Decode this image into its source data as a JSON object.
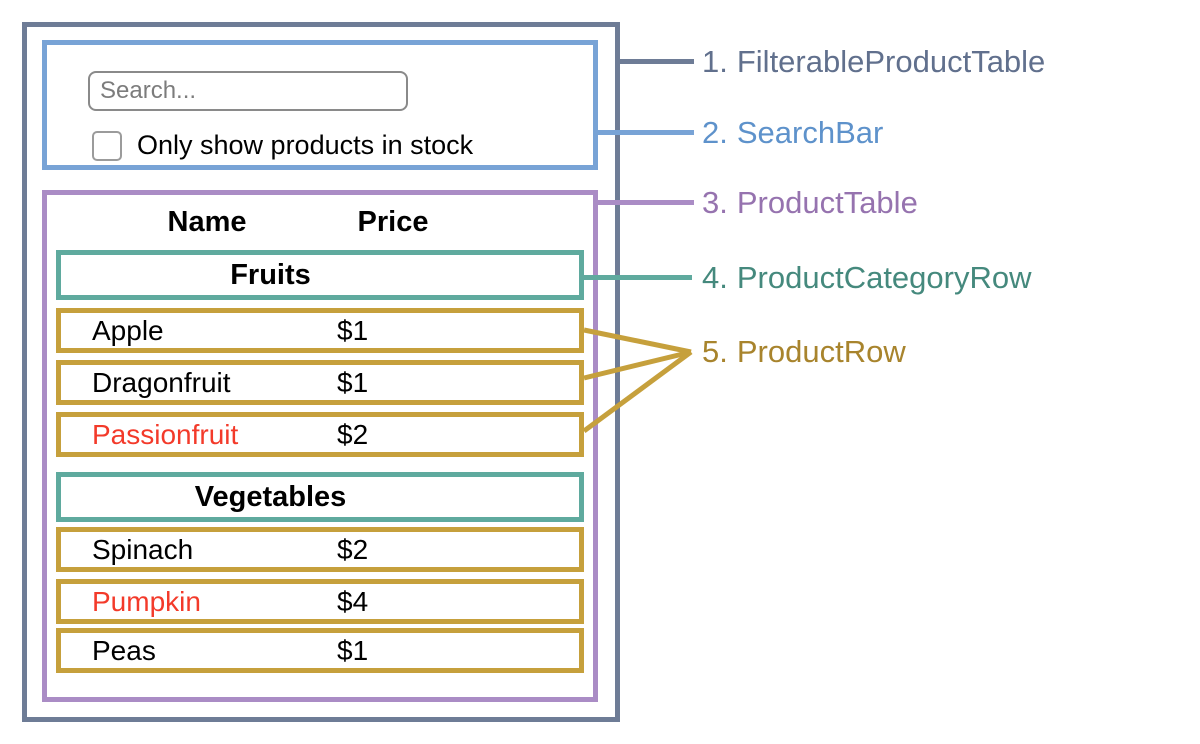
{
  "search": {
    "placeholder": "Search...",
    "checkbox_label": "Only show products in stock"
  },
  "table": {
    "headers": {
      "name": "Name",
      "price": "Price"
    },
    "sections": [
      {
        "category": "Fruits",
        "rows": [
          {
            "name": "Apple",
            "price": "$1",
            "name_red": false
          },
          {
            "name": "Dragonfruit",
            "price": "$1",
            "name_red": false
          },
          {
            "name": "Passionfruit",
            "price": "$2",
            "name_red": true
          }
        ]
      },
      {
        "category": "Vegetables",
        "rows": [
          {
            "name": "Spinach",
            "price": "$2",
            "name_red": false
          },
          {
            "name": "Pumpkin",
            "price": "$4",
            "name_red": true
          },
          {
            "name": "Peas",
            "price": "$1",
            "name_red": false
          }
        ]
      }
    ]
  },
  "annotations": [
    {
      "number": "1.",
      "text": "FilterableProductTable",
      "color": "#61708d"
    },
    {
      "number": "2.",
      "text": "SearchBar",
      "color": "#5e92cb"
    },
    {
      "number": "3.",
      "text": "ProductTable",
      "color": "#9673af"
    },
    {
      "number": "4.",
      "text": "ProductCategoryRow",
      "color": "#45897d"
    },
    {
      "number": "5.",
      "text": "ProductRow",
      "color": "#a8842d"
    }
  ],
  "colors": {
    "outer_border": "#6e7c96",
    "searchbar_border": "#78a3d6",
    "product_table_border": "#aa8cc5",
    "category_row_border": "#5faa9e",
    "product_row_border": "#c6a03c",
    "red_product_text": "#f33a2a"
  }
}
